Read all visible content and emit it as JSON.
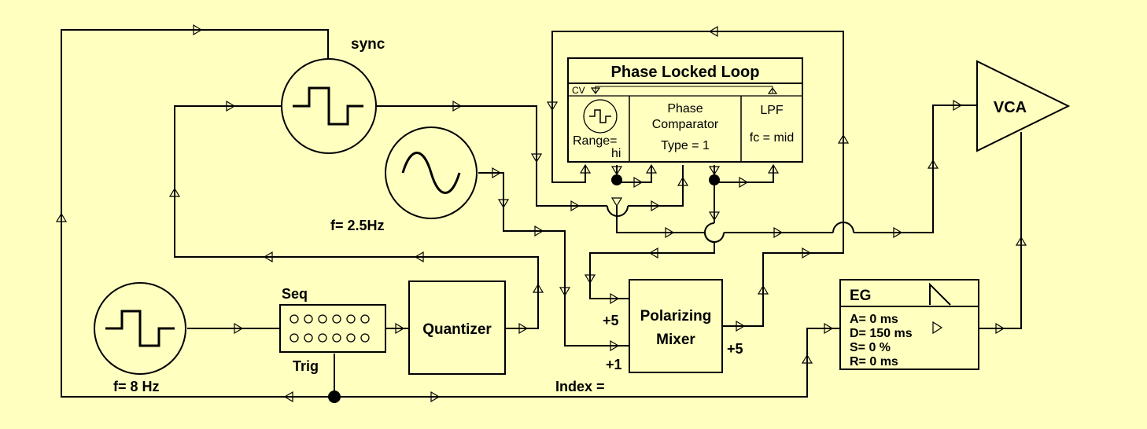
{
  "pll": {
    "title": "Phase Locked Loop",
    "cv_label": "CV",
    "vco_range_label": "Range=",
    "vco_range_value": "hi",
    "comparator_line1": "Phase",
    "comparator_line2": "Comparator",
    "comparator_type": "Type = 1",
    "lpf_label": "LPF",
    "lpf_fc": "fc = mid"
  },
  "sync_osc": {
    "label": "sync"
  },
  "sine_lfo": {
    "freq_label": "f= 2.5Hz"
  },
  "clock_osc": {
    "freq_label": "f= 8 Hz"
  },
  "seq": {
    "label": "Seq",
    "trig_label": "Trig"
  },
  "quantizer": {
    "label": "Quantizer"
  },
  "mixer": {
    "line1": "Polarizing",
    "line2": "Mixer",
    "in_top_gain": "+5",
    "in_bottom_gain": "+1",
    "out_gain": "+5"
  },
  "eg": {
    "title": "EG",
    "attack": "A= 0 ms",
    "decay": "D= 150 ms",
    "sustain": "S= 0 %",
    "release": "R= 0 ms"
  },
  "vca": {
    "label": "VCA"
  },
  "index_label": "Index ="
}
